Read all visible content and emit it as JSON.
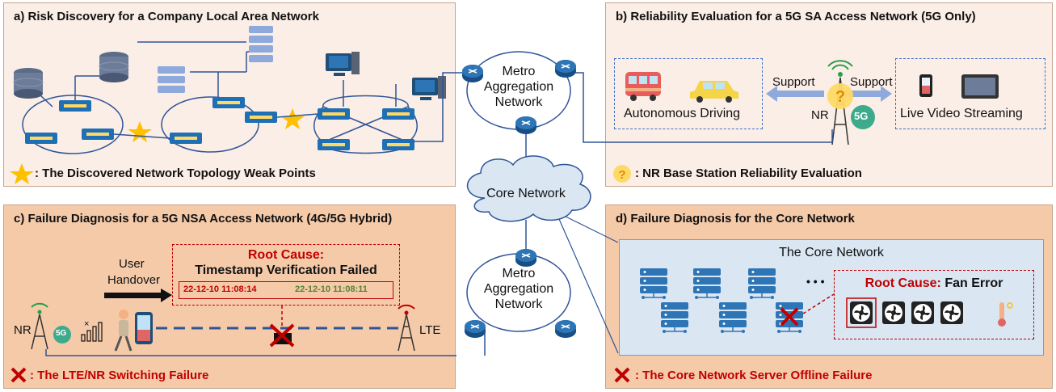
{
  "panel_a": {
    "title": "a)  Risk Discovery for a Company Local Area Network",
    "legend_text": ": The Discovered Network Topology Weak Points"
  },
  "panel_b": {
    "title": "b)  Reliability Evaluation for a 5G SA Access Network (5G Only)",
    "support_left": "Support",
    "support_right": "Support",
    "left_box_label": "Autonomous Driving",
    "right_box_label": "Live Video Streaming",
    "nr_label": "NR",
    "badge_5g": "5G",
    "legend_text": ": NR Base Station Reliability Evaluation"
  },
  "panel_c": {
    "title": "c)  Failure Diagnosis for a 5G NSA Access Network (4G/5G Hybrid)",
    "user_handover": [
      "User",
      "Handover"
    ],
    "root_cause_title": "Root Cause:",
    "root_cause_detail": "Timestamp Verification Failed",
    "timestamp_1": "22-12-10 11:08:14",
    "timestamp_2": "22-12-10 11:08:11",
    "nr_label": "NR",
    "badge_5g": "5G",
    "lte_label": "LTE",
    "legend_text": ": The LTE/NR Switching Failure"
  },
  "panel_d": {
    "title": "d)  Failure Diagnosis for the Core Network",
    "box_title": "The Core Network",
    "ellipsis": "• • •",
    "root_cause_label": "Root Cause:",
    "root_cause_value": " Fan Error",
    "legend_text": ": The Core Network Server Offline Failure"
  },
  "center": {
    "metro_top": [
      "Metro",
      "Aggregation",
      "Network"
    ],
    "core": "Core Network",
    "metro_bottom": [
      "Metro",
      "Aggregation",
      "Network"
    ]
  },
  "colors": {
    "panel_light": "#fbeee6",
    "panel_dark": "#f5caa9",
    "accent_red": "#c00000",
    "router_blue": "#1f6fb5",
    "link_blue": "#2f5597"
  }
}
